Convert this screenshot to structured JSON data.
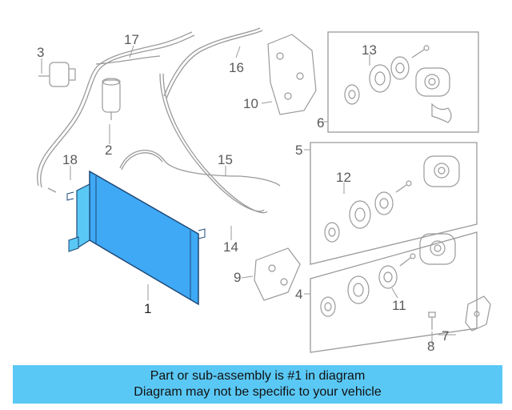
{
  "diagram": {
    "callouts": [
      "1",
      "2",
      "3",
      "4",
      "5",
      "6",
      "7",
      "8",
      "9",
      "10",
      "11",
      "12",
      "13",
      "14",
      "15",
      "16",
      "17",
      "18"
    ],
    "highlight_color": "#5ac8f5",
    "line_color": "#9a9a9a"
  },
  "banner": {
    "line1": "Part or sub-assembly is #1 in diagram",
    "line2": "Diagram may not be specific to your vehicle"
  }
}
